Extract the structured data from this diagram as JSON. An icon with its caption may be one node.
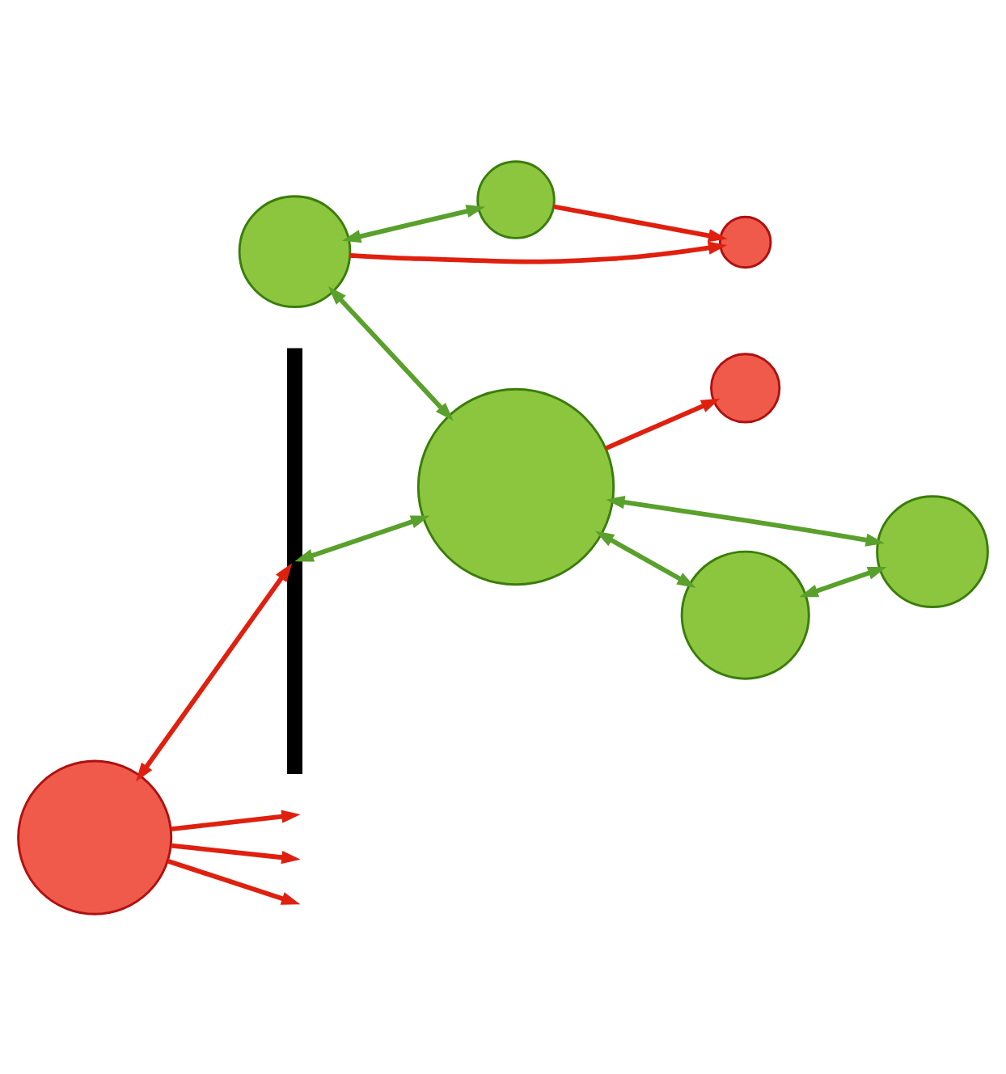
{
  "diagram": {
    "nodes": [
      {
        "text": [],
        "shape": "bar"
      },
      {
        "text": [],
        "shape": "circle"
      },
      {
        "text": [],
        "shape": "circle"
      },
      {
        "text": [],
        "shape": "circle"
      },
      {
        "text": [],
        "shape": "circle"
      },
      {
        "text": [],
        "shape": "circle"
      },
      {
        "text": [],
        "shape": "circle"
      },
      {
        "text": [],
        "shape": "circle"
      },
      {
        "text": [],
        "shape": "circle"
      }
    ],
    "edges": [
      {
        "from": 2,
        "to": 1,
        "arrow": "both",
        "color": "#5aa02c"
      },
      {
        "from": 1,
        "to": 3,
        "arrow": "to"
      },
      {
        "from": 2,
        "to": 3,
        "arrow": "to"
      },
      {
        "from": 2,
        "to": 5,
        "arrow": "both",
        "color": "#5aa02c"
      },
      {
        "from": 5,
        "to": 4,
        "arrow": "to"
      },
      {
        "from": 0,
        "to": 5,
        "arrow": "both",
        "color": "#5aa02c"
      },
      {
        "from": 6,
        "to": 0,
        "arrow": "both"
      },
      {
        "from": 6,
        "to": null,
        "arrow": "to"
      },
      {
        "from": 5,
        "to": 7,
        "arrow": "both",
        "color": "#5aa02c"
      },
      {
        "from": 5,
        "to": 8,
        "arrow": "both",
        "color": "#5aa02c"
      },
      {
        "from": 8,
        "to": 7,
        "arrow": "both",
        "color": "#5aa02c"
      },
      {
        "from": 6,
        "to": null,
        "arrow": "to"
      },
      {
        "from": 6,
        "to": null,
        "arrow": "to"
      }
    ]
  }
}
